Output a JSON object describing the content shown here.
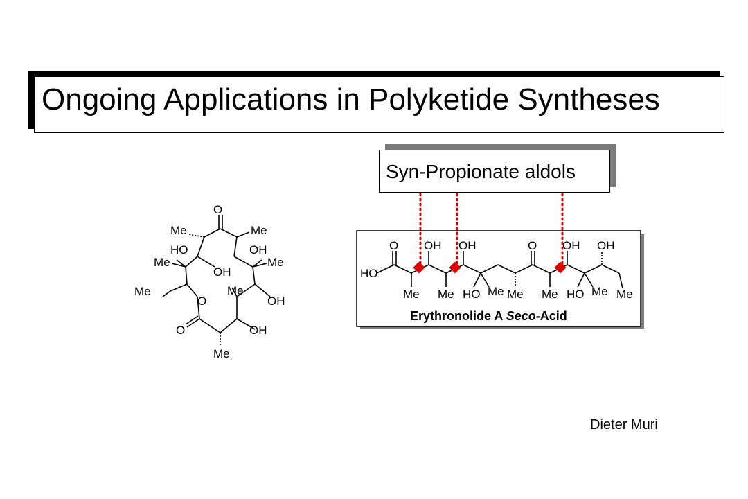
{
  "title": "Ongoing Applications in Polyketide Syntheses",
  "subtitle": "Syn-Propionate aldols",
  "author": "Dieter Muri",
  "macrolide": {
    "labels": [
      "O",
      "Me",
      "Me",
      "HO",
      "OH",
      "Me",
      "OH",
      "Me",
      "Me",
      "O",
      "Me",
      "OH",
      "O",
      "OH",
      "Me"
    ]
  },
  "seco_acid": {
    "caption_main": "Erythronolide A ",
    "caption_italic": "Seco",
    "caption_end": "-Acid",
    "labels": [
      "O",
      "OH",
      "OH",
      "O",
      "OH",
      "OH",
      "HO",
      "Me",
      "Me",
      "HO",
      "Me",
      "Me",
      "Me",
      "HO",
      "Me",
      "Me"
    ]
  },
  "colors": {
    "marker": "#dd0000",
    "dotted_line": "#dd0000",
    "shadow_dark": "#000000",
    "shadow_gray": "#7a7a7a"
  }
}
